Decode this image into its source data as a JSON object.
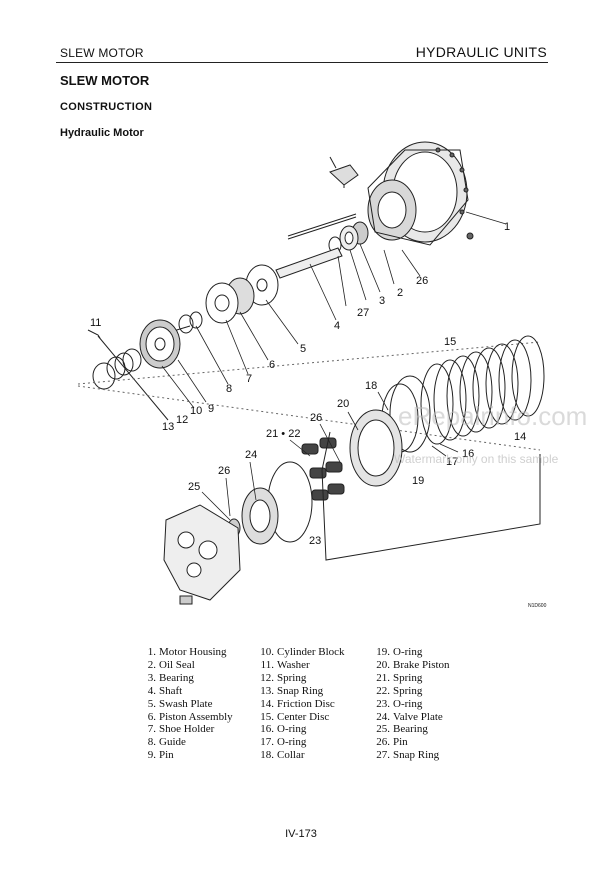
{
  "header": {
    "left": "SLEW MOTOR",
    "right": "HYDRAULIC UNITS"
  },
  "title": "SLEW MOTOR",
  "section": "CONSTRUCTION",
  "subsection": "Hydraulic Motor",
  "diagram": {
    "callouts": [
      "1",
      "2",
      "3",
      "4",
      "5",
      "6",
      "7",
      "8",
      "9",
      "10",
      "11",
      "12",
      "13",
      "14",
      "15",
      "16",
      "17",
      "18",
      "19",
      "20",
      "21 • 22",
      "23",
      "24",
      "25",
      "26",
      "26",
      "27"
    ],
    "figure_code": "N1D600",
    "watermark": "eRepairinfo.com",
    "watermark_note": "Watermark only on this sample"
  },
  "legend": [
    [
      {
        "num": "1.",
        "label": "Motor Housing"
      },
      {
        "num": "2.",
        "label": "Oil Seal"
      },
      {
        "num": "3.",
        "label": "Bearing"
      },
      {
        "num": "4.",
        "label": "Shaft"
      },
      {
        "num": "5.",
        "label": "Swash Plate"
      },
      {
        "num": "6.",
        "label": "Piston Assembly"
      },
      {
        "num": "7.",
        "label": "Shoe Holder"
      },
      {
        "num": "8.",
        "label": "Guide"
      },
      {
        "num": "9.",
        "label": "Pin"
      }
    ],
    [
      {
        "num": "10.",
        "label": "Cylinder Block"
      },
      {
        "num": "11.",
        "label": "Washer"
      },
      {
        "num": "12.",
        "label": "Spring"
      },
      {
        "num": "13.",
        "label": "Snap Ring"
      },
      {
        "num": "14.",
        "label": "Friction Disc"
      },
      {
        "num": "15.",
        "label": "Center Disc"
      },
      {
        "num": "16.",
        "label": "O-ring"
      },
      {
        "num": "17.",
        "label": "O-ring"
      },
      {
        "num": "18.",
        "label": "Collar"
      }
    ],
    [
      {
        "num": "19.",
        "label": "O-ring"
      },
      {
        "num": "20.",
        "label": "Brake Piston"
      },
      {
        "num": "21.",
        "label": "Spring"
      },
      {
        "num": "22.",
        "label": "Spring"
      },
      {
        "num": "23.",
        "label": "O-ring"
      },
      {
        "num": "24.",
        "label": "Valve Plate"
      },
      {
        "num": "25.",
        "label": "Bearing"
      },
      {
        "num": "26.",
        "label": "Pin"
      },
      {
        "num": "27.",
        "label": "Snap Ring"
      }
    ]
  ],
  "page_number": "IV-173"
}
